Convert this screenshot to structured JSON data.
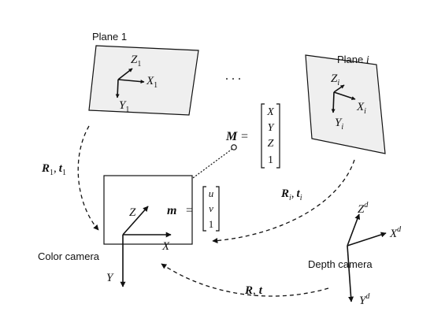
{
  "plane_1": {
    "label": "Plane 1",
    "axes": {
      "z": "Z",
      "z_sub": "1",
      "x": "X",
      "x_sub": "1",
      "y": "Y",
      "y_sub": "1"
    },
    "pose": {
      "r": "R",
      "r_sub": "1",
      "sep": ",",
      "t": "t",
      "t_sub": "1"
    }
  },
  "ellipsis": ". . .",
  "plane_i": {
    "label_prefix": "Plane ",
    "label_index": "i",
    "axes": {
      "z": "Z",
      "z_sub": "i",
      "x": "X",
      "x_sub": "i",
      "y": "Y",
      "y_sub": "i"
    },
    "pose": {
      "r": "R",
      "r_sub": "i",
      "sep": ",",
      "t": "t",
      "t_sub": "i"
    }
  },
  "world_point": {
    "symbol": "M",
    "equals": "=",
    "vector": [
      "X",
      "Y",
      "Z",
      "1"
    ]
  },
  "image_point": {
    "symbol": "m",
    "equals": "=",
    "vector": [
      "u",
      "v",
      "1"
    ]
  },
  "color_camera": {
    "label": "Color camera",
    "axes": {
      "z": "Z",
      "x": "X",
      "y": "Y"
    }
  },
  "depth_camera": {
    "label": "Depth camera",
    "axes": {
      "z": "Z",
      "x": "X",
      "y": "Y",
      "sup": "d"
    }
  },
  "relative_pose": {
    "r": "R",
    "sep": ",",
    "t": "t"
  }
}
